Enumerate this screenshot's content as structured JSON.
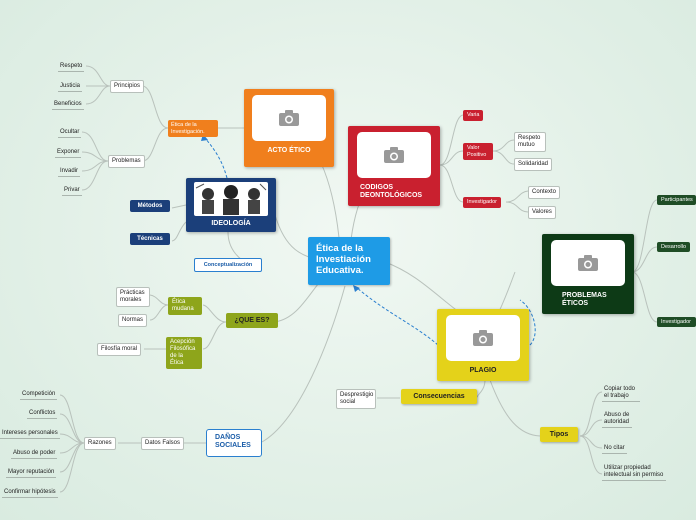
{
  "central": "Ética de la Investiación Educativa.",
  "acto_etico": {
    "label": "ACTO ÉTICO",
    "etica_investigacion": "Ética de la Investigación.",
    "principios": {
      "label": "Principios",
      "items": [
        "Respeto",
        "Justicia",
        "Beneficios"
      ]
    },
    "problemas": {
      "label": "Problemas",
      "items": [
        "Ocultar",
        "Exponer",
        "Invadir",
        "Privar"
      ]
    }
  },
  "codigos": {
    "label": "CODIGOS DEONTOLÓGICOS",
    "varia": "Varia",
    "valor_positivo": {
      "label": "Valor Positivo",
      "items": [
        "Respeto mutuo",
        "Solidaridad"
      ]
    },
    "investigador": {
      "label": "Investigador",
      "items": [
        "Contexto",
        "Valores"
      ]
    }
  },
  "ideologia": {
    "label": "IDEOLOGÍA",
    "metodos": "Métodos",
    "tecnicas": "Técnicas",
    "conceptualizacion": "Conceptualización"
  },
  "que_es": {
    "label": "¿QUE ES?",
    "etica_mudana": {
      "label": "Ética mudana",
      "items": [
        "Prácticas morales",
        "Normas"
      ]
    },
    "acepcion": {
      "label": "Acepción Filosófica de la Ética",
      "items": [
        "Filosfía moral"
      ]
    }
  },
  "danos": {
    "label": "DAÑOS SOCIALES",
    "datos_falsos": "Datos Falsos",
    "razones": {
      "label": "Razones",
      "items": [
        "Competición",
        "Conflictos",
        "Intereses personales",
        "Abuso de poder",
        "Mayor reputación",
        "Confirmar hipótesis"
      ]
    }
  },
  "plagio": {
    "label": "PLAGIO",
    "consecuencias": {
      "label": "Consecuencias",
      "items": [
        "Desprestigio social"
      ]
    },
    "tipos": {
      "label": "Tipos",
      "items": [
        "Copiar todo el trabajo",
        "Abuso de autoridad",
        "No citar",
        "Utilizar propiedad intelectual sin permiso"
      ]
    }
  },
  "problemas_eticos": {
    "label": "PROBLEMAS ÉTICOS",
    "items": [
      "Participantes",
      "Desarrollo",
      "Investigador"
    ]
  },
  "colors": {
    "central": "#1e9be6",
    "acto_etico": "#f07f1d",
    "codigos": "#c9202f",
    "ideologia": "#1b3f7a",
    "que_es": "#8ea51b",
    "plagio": "#e4d21a",
    "problemas_eticos": "#0d3a16",
    "danos": "#2a7fcf"
  }
}
